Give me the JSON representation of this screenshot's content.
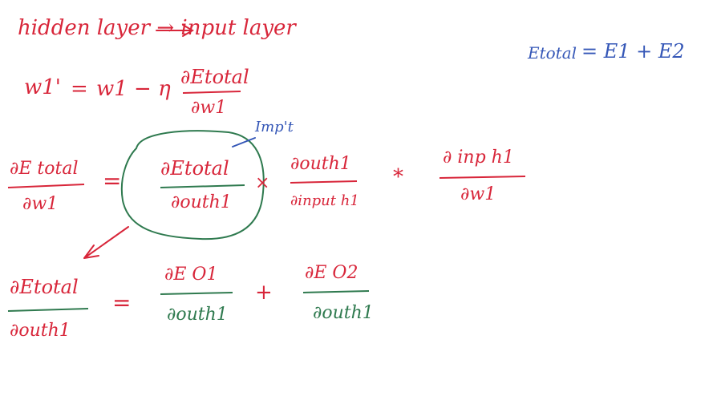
{
  "heading": "hidden layer → input layer",
  "total_error_eq": {
    "lhs": "Etotal",
    "rhs": "= E1 + E2"
  },
  "update_rule": {
    "lhs": "w1'",
    "equals": "=",
    "rhs_start": "w1 − η",
    "frac_num": "∂Etotal",
    "frac_den": "∂w1"
  },
  "chain_rule": {
    "lhs_num": "∂E total",
    "lhs_den": "∂w1",
    "equals": "=",
    "t1_num": "∂Etotal",
    "t1_den": "∂outh1",
    "times1": "×",
    "t2_num": "∂outh1",
    "t2_den": "∂input h1",
    "times2": "*",
    "t3_num": "∂ inp h1",
    "t3_den": "∂w1",
    "annotation": "Imp't"
  },
  "expansion": {
    "lhs_num": "∂Etotal",
    "lhs_den": "∂outh1",
    "equals": "=",
    "t1_num": "∂E O1",
    "t1_den": "∂outh1",
    "plus": "+",
    "t2_num": "∂E O2",
    "t2_den": "∂outh1"
  },
  "colors": {
    "red": "#d8263a",
    "blue": "#3557b7",
    "green": "#2f7a4f"
  }
}
